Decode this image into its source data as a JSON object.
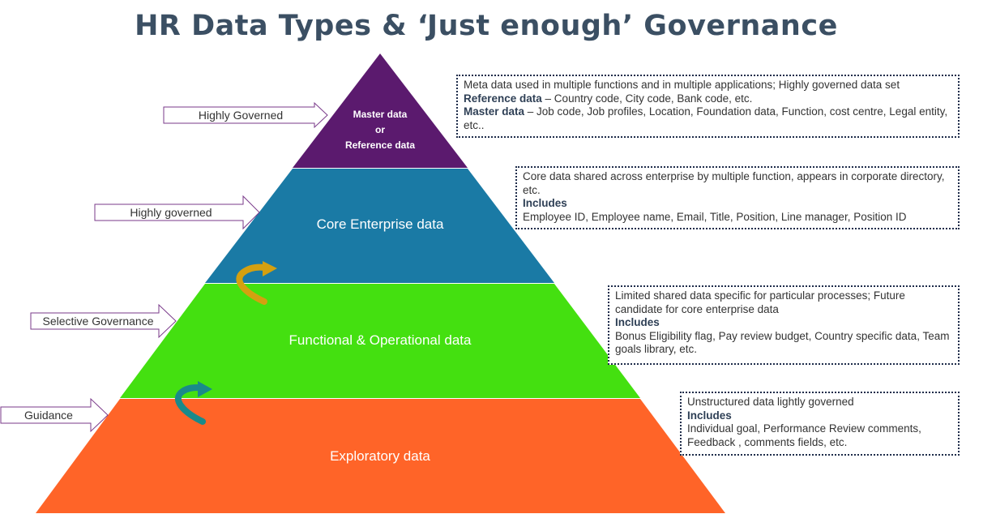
{
  "title": "HR Data Types & ‘Just enough’ Governance",
  "levels": {
    "master": {
      "line1": "Master data",
      "line2": "or",
      "line3": "Reference data",
      "color": "#5b1a6e"
    },
    "core": {
      "label": "Core Enterprise data",
      "color": "#1a7aa5"
    },
    "functional": {
      "label": "Functional & Operational data",
      "color": "#44e010"
    },
    "exploratory": {
      "label": "Exploratory data",
      "color": "#ff6428"
    }
  },
  "arrows": {
    "highly_governed": "Highly Governed",
    "highly_governed_2": "Highly governed",
    "selective": "Selective Governance",
    "guidance": "Guidance"
  },
  "boxes": {
    "master": {
      "intro": "Meta data used in multiple functions and in multiple applications; Highly governed data set",
      "ref_label": "Reference data",
      "ref_text": " – Country code, City code, Bank code, etc.",
      "master_label": "Master data",
      "master_text": " – Job code, Job profiles, Location, Foundation data, Function, cost centre, Legal entity, etc.."
    },
    "core": {
      "intro": "Core data shared across enterprise by multiple function, appears in corporate directory, etc.",
      "includes": "Includes",
      "items": "Employee ID,  Employee name, Email,  Title, Position,  Line manager, Position ID"
    },
    "functional": {
      "intro": "Limited shared data specific for particular processes; Future candidate for core enterprise data",
      "includes": "Includes",
      "items": "Bonus Eligibility flag, Pay review budget, Country specific data, Team goals library, etc."
    },
    "exploratory": {
      "intro": "Unstructured data lightly governed",
      "includes": "Includes",
      "items": "Individual goal, Performance Review comments, Feedback , comments fields, etc."
    }
  },
  "colors": {
    "title": "#3b4f63",
    "curve_gold": "#d4a010",
    "curve_teal": "#1a8a8a"
  }
}
